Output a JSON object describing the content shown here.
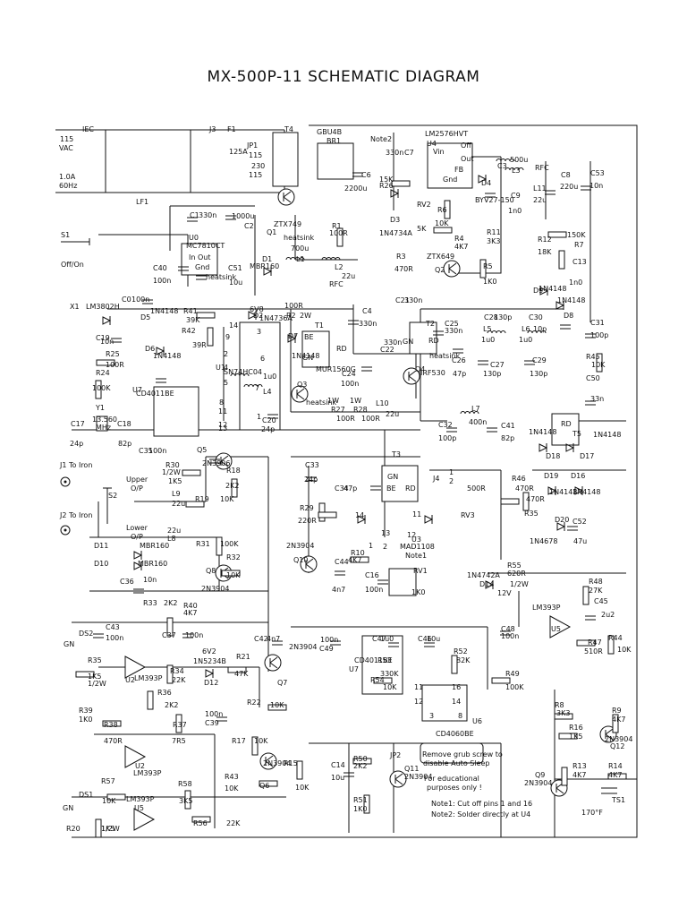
{
  "title": "MX-500P-11 SCHEMATIC DIAGRAM",
  "labels": {
    "mains": [
      "115",
      "VAC"
    ],
    "rating": [
      "1.0A",
      "60Hz"
    ],
    "iec": "IEC",
    "lf1": "LF1",
    "fuse": [
      "F1",
      "125A"
    ],
    "jp1": [
      "JP1",
      "115",
      "230",
      "115"
    ],
    "j3": "J3",
    "t4": "T4",
    "bridge": [
      "GBU4B",
      "BR1"
    ],
    "lm2576": "LM2576HVT",
    "note2": "Note2",
    "u4": "U4",
    "pins_u4": [
      "Vin",
      "Off",
      "Out",
      "FB",
      "Gnd"
    ],
    "c330": "330n",
    "c7": "C7",
    "c6": [
      "C6",
      "2200u"
    ],
    "r26": [
      "R26",
      "15K"
    ],
    "rv2": [
      "RV2",
      "5K"
    ],
    "r6": [
      "R6",
      "10K"
    ],
    "d3": [
      "D3",
      "1N4734A"
    ],
    "d4": [
      "D4",
      "BYV27-150"
    ],
    "c3": "C3",
    "c9": [
      "C9",
      "1n0"
    ],
    "l3": [
      "500u",
      "L3"
    ],
    "rfc": "RFC",
    "c8": [
      "C8",
      "220u"
    ],
    "l11": [
      "L11",
      "22u"
    ],
    "c53": [
      "C53",
      "10n"
    ],
    "r4": [
      "R4",
      "4K7"
    ],
    "r11": [
      "R11",
      "3K3"
    ],
    "q2": [
      "Q2",
      "ZTX649"
    ],
    "r3": [
      "R3",
      "470R"
    ],
    "r5": [
      "R5",
      "1K0"
    ],
    "r12": [
      "R12",
      "18K"
    ],
    "r7": [
      "150K",
      "R7"
    ],
    "c13": [
      "C13",
      "1n0"
    ],
    "r1": [
      "R1",
      "100R"
    ],
    "q1": [
      "Q1",
      "ZTX749",
      "heatsink"
    ],
    "c1": [
      "C1",
      "330n"
    ],
    "c2": [
      "1000u",
      "C2"
    ],
    "u0": [
      "U0",
      "MC7810CT",
      "In Out",
      "Gnd",
      "heatsink"
    ],
    "c40": [
      "C40",
      "100n"
    ],
    "c51": [
      "C51",
      "10u"
    ],
    "d1": [
      "D1",
      "MBR160"
    ],
    "l1": [
      "700u",
      "L1"
    ],
    "l2": [
      "L2",
      "22u",
      "RFC"
    ],
    "s1": [
      "S1",
      "Off/On"
    ],
    "c0": [
      "C0",
      "100n"
    ],
    "x1": [
      "X1",
      "LM3802H"
    ],
    "c19": [
      "C19",
      "10n"
    ],
    "r25": [
      "R25",
      "100R"
    ],
    "r41": [
      "R41",
      "39K"
    ],
    "r42": [
      "R42",
      "39R"
    ],
    "d5": [
      "D5",
      "1N4148"
    ],
    "d6": [
      "D6",
      "1N4148"
    ],
    "r24": [
      "R24",
      "100K"
    ],
    "y1": [
      "Y1",
      "13.560",
      "MHz"
    ],
    "c17": [
      "C17",
      "24p"
    ],
    "c18": [
      "C18",
      "82p"
    ],
    "u1": [
      "U1",
      "SN74HC04"
    ],
    "u7a": [
      "U7",
      "CD4011BE"
    ],
    "pins_u1": [
      "14",
      "9",
      "2",
      "4",
      "5",
      "8",
      "11",
      "12",
      "13",
      "3",
      "6",
      "7",
      "1"
    ],
    "d2": [
      "6V8",
      "D2",
      "1N4736A"
    ],
    "d7": [
      "D7",
      "1N4148"
    ],
    "r2": [
      "100R",
      "R2",
      "2W"
    ],
    "c4": [
      "C4",
      "330n"
    ],
    "l4": [
      "1u0",
      "L4"
    ],
    "c20": [
      "C20",
      "24p"
    ],
    "t1": [
      "T1",
      "BE",
      "GN",
      "RD"
    ],
    "q3": [
      "Q3",
      "heatsink",
      "MUR1560G"
    ],
    "c24": [
      "C24",
      "100n"
    ],
    "r27": [
      "1W",
      "R27",
      "100R"
    ],
    "r28": [
      "1W",
      "R28",
      "100R"
    ],
    "l10": [
      "L10",
      "22u"
    ],
    "c21": [
      "C21",
      "330n"
    ],
    "c22": [
      "C22",
      "330n"
    ],
    "t2": [
      "T2",
      "GN",
      "RD"
    ],
    "q4": [
      "Q4",
      "IRF530",
      "heatsink"
    ],
    "c25": [
      "C25",
      "330n"
    ],
    "l5": [
      "L5",
      "1u0"
    ],
    "c28": [
      "C28",
      "130p"
    ],
    "l6": [
      "L6",
      "1u0"
    ],
    "c30": [
      "C30",
      "10p"
    ],
    "c26": [
      "C26",
      "47p"
    ],
    "c27": [
      "C27",
      "130p"
    ],
    "c29": [
      "C29",
      "130p"
    ],
    "d9": [
      "D9",
      "1N4148"
    ],
    "d8": [
      "1N4148",
      "D8"
    ],
    "c31": [
      "C31",
      "100p"
    ],
    "r45": [
      "R45",
      "10K"
    ],
    "c50": [
      "C50",
      "33n"
    ],
    "c32": [
      "C32",
      "100p"
    ],
    "l7": [
      "L7",
      "400n"
    ],
    "c41": [
      "C41",
      "82p"
    ],
    "t5": [
      "T5",
      "RD"
    ],
    "d18": [
      "1N4148",
      "D18"
    ],
    "d17": [
      "1N4148",
      "D17"
    ],
    "d19": [
      "D19",
      "1N4148"
    ],
    "d16": [
      "D16",
      "1N4148"
    ],
    "d20": [
      "D20",
      "1N4678"
    ],
    "c52": [
      "C52",
      "47u"
    ],
    "j4": [
      "J4",
      "1",
      "2"
    ],
    "rv3": [
      "RV3",
      "500R"
    ],
    "r46": [
      "R46",
      "470R"
    ],
    "r35": [
      "R35",
      "470R"
    ],
    "c35": [
      "C35",
      "100n"
    ],
    "q5": [
      "Q5",
      "2N3906"
    ],
    "r30": [
      "R30",
      "1/2W",
      "1K5"
    ],
    "r18": [
      "R18",
      "2K2"
    ],
    "l9": [
      "L9",
      "22u"
    ],
    "r19": [
      "R19",
      "10K"
    ],
    "j1": "J1 To Iron",
    "j2": "J2 To Iron",
    "s2": [
      "S2",
      "Upper",
      "O/P",
      "Lower",
      "O/P"
    ],
    "l8": [
      "22u",
      "L8"
    ],
    "d11": [
      "D11",
      "MBR160"
    ],
    "d10": [
      "D10",
      "MBR160"
    ],
    "r31": [
      "R31",
      "100K"
    ],
    "r32": [
      "R32",
      "10K"
    ],
    "q8": [
      "Q8",
      "2N3904"
    ],
    "c36": [
      "C36",
      "10n"
    ],
    "c33": [
      "C33",
      "24p"
    ],
    "c34": [
      "C34",
      "47p"
    ],
    "t3": [
      "T3",
      "BE",
      "GN",
      "RD"
    ],
    "r29": [
      "R29",
      "220R"
    ],
    "q10": [
      "2N3904",
      "Q10"
    ],
    "c44": [
      "C44",
      "4n7"
    ],
    "r10": [
      "R10",
      "4K7"
    ],
    "c16": [
      "C16",
      "100n"
    ],
    "u3": [
      "U3",
      "MAD1108",
      "Note1"
    ],
    "pins_u3": [
      "14",
      "13",
      "11",
      "12",
      "1",
      "2"
    ],
    "rv1": [
      "RV1",
      "1K0"
    ],
    "d14": [
      "D14",
      "12V",
      "1N4742A"
    ],
    "r55": [
      "R55",
      "620R",
      "1/2W"
    ],
    "r40": [
      "R40",
      "4K7"
    ],
    "r33": [
      "R33",
      "2K2"
    ],
    "c43": [
      "C43",
      "100n"
    ],
    "ds2": [
      "DS2",
      "GN"
    ],
    "c37": [
      "C37",
      "100n"
    ],
    "d12": [
      "6V2",
      "1N5234B",
      "D12"
    ],
    "r34": [
      "R34",
      "22K"
    ],
    "r21": [
      "R21",
      "47K"
    ],
    "c42": [
      "C42",
      "4n7"
    ],
    "q7": [
      "2N3904",
      "Q7"
    ],
    "r35b": [
      "R35",
      "1K5",
      "1/2W"
    ],
    "u2a": [
      "U2",
      "LM393P"
    ],
    "r36": [
      "R36",
      "2K2"
    ],
    "r39": [
      "R39",
      "1K0"
    ],
    "r38": [
      "R38",
      "470R"
    ],
    "r37": [
      "R37",
      "7R5"
    ],
    "c39": [
      "100n",
      "C39"
    ],
    "u2b": [
      "U2",
      "LM393P"
    ],
    "r22": [
      "R22",
      "10K"
    ],
    "r17": [
      "R17",
      "10K"
    ],
    "q6": [
      "2N3904",
      "Q6"
    ],
    "r43": [
      "R43",
      "10K"
    ],
    "r15": [
      "R15",
      "10K"
    ],
    "ds1": [
      "DS1",
      "GN"
    ],
    "r57": [
      "R57",
      "10K"
    ],
    "r20": [
      "R20",
      "1K5",
      "1/2W"
    ],
    "u5a": [
      "LM393P",
      "U5"
    ],
    "r58": [
      "R58",
      "3K5"
    ],
    "r56": [
      "R56",
      "22K"
    ],
    "c49": [
      "C49",
      "100n"
    ],
    "u7b": [
      "U7",
      "CD4011BE"
    ],
    "r53": [
      "R53",
      "330K"
    ],
    "r54": [
      "R54",
      "10K"
    ],
    "c47": [
      "C47",
      "1u0"
    ],
    "c46": [
      "C46",
      "10u"
    ],
    "r52": [
      "R52",
      "82K"
    ],
    "u6": [
      "U6",
      "CD4060BE"
    ],
    "pins_u6": [
      "11",
      "12",
      "16",
      "14",
      "3",
      "8"
    ],
    "c48": [
      "C48",
      "100n"
    ],
    "r49": [
      "R49",
      "100K"
    ],
    "r48": [
      "R48",
      "27K"
    ],
    "c45": [
      "C45",
      "2u2"
    ],
    "u5b": [
      "LM393P",
      "U5"
    ],
    "r44": [
      "R44",
      "10K"
    ],
    "r47": [
      "R47",
      "510R"
    ],
    "c14": [
      "C14",
      "10u"
    ],
    "r50": [
      "R50",
      "2K2"
    ],
    "q11": [
      "Q11",
      "2N3904"
    ],
    "r51": [
      "R51",
      "1K0"
    ],
    "jp2": "JP2",
    "jp2_note": [
      "Remove grub screw to",
      "disable Auto Sleep"
    ],
    "edu_note": [
      "For educational",
      "purposes only !"
    ],
    "notes": [
      "Note1: Cut off pins 1 and 16",
      "Note2: Solder directly at U4"
    ],
    "r8": [
      "R8",
      "3K3"
    ],
    "r9": [
      "R9",
      "4K7"
    ],
    "r16": [
      "R16",
      "1K5"
    ],
    "q12": [
      "2N3904",
      "Q12"
    ],
    "q9": [
      "Q9",
      "2N3904"
    ],
    "r13": [
      "R13",
      "4K7"
    ],
    "r14": [
      "R14",
      "4K7"
    ],
    "ts1": [
      "TS1",
      "170°F"
    ]
  }
}
